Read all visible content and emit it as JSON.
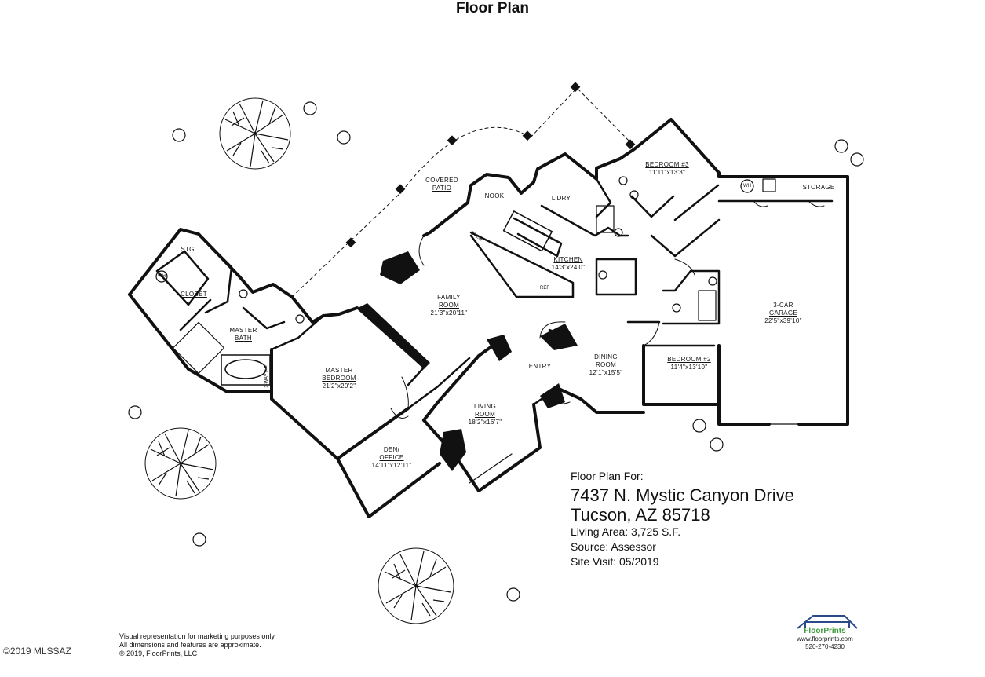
{
  "title": "Floor Plan",
  "rooms": {
    "covered_patio": [
      "COVERED",
      "PATIO"
    ],
    "nook": "NOOK",
    "ldry": "L'DRY",
    "bedroom3": {
      "name": "BEDROOM #3",
      "dims": "11'11\"x13'3\""
    },
    "storage": "STORAGE",
    "wh": "WH",
    "oven": "OVEN",
    "ref": "REF",
    "kitchen": {
      "name": "KITCHEN",
      "dims": "14'3\"x24'0\""
    },
    "family": {
      "name": [
        "FAMILY",
        "ROOM"
      ],
      "dims": "21'3\"x20'11\""
    },
    "garage": {
      "name": [
        "3-CAR",
        "GARAGE"
      ],
      "dims": "22'5\"x39'10\""
    },
    "stg": "STG",
    "closet": "CLOSET",
    "master_bath": [
      "MASTER",
      "BATH"
    ],
    "twoway": "2-WAY F.P.",
    "master_bedroom": {
      "name": [
        "MASTER",
        "BEDROOM"
      ],
      "dims": "21'2\"x20'2\""
    },
    "entry": "ENTRY",
    "dining": {
      "name": [
        "DINING",
        "ROOM"
      ],
      "dims": "12'1\"x15'5\""
    },
    "bedroom2": {
      "name": "BEDROOM #2",
      "dims": "11'4\"x13'10\""
    },
    "living": {
      "name": [
        "LIVING",
        "ROOM"
      ],
      "dims": "18'2\"x16'7\""
    },
    "den": {
      "name": [
        "DEN/",
        "OFFICE"
      ],
      "dims": "14'11\"x12'11\""
    }
  },
  "info": {
    "label": "Floor Plan For:",
    "address1": "7437 N. Mystic Canyon Drive",
    "address2": "Tucson, AZ  85718",
    "living_area": "Living Area:  3,725 S.F.",
    "source": "Source:  Assessor",
    "site_visit": "Site Visit:  05/2019"
  },
  "disclaimer": [
    "Visual representation for marketing purposes only.",
    "All dimensions and features are approximate.",
    "© 2019, FloorPrints, LLC"
  ],
  "watermark": "©2019 MLSSAZ",
  "brand": {
    "name": "FloorPrints",
    "url": "www.floorprints.com",
    "phone": "520-270-4230",
    "color": "#3b9a3b",
    "roof_color": "#2b4a8a"
  },
  "trees": [
    "tree-icon",
    "plant-icon"
  ]
}
